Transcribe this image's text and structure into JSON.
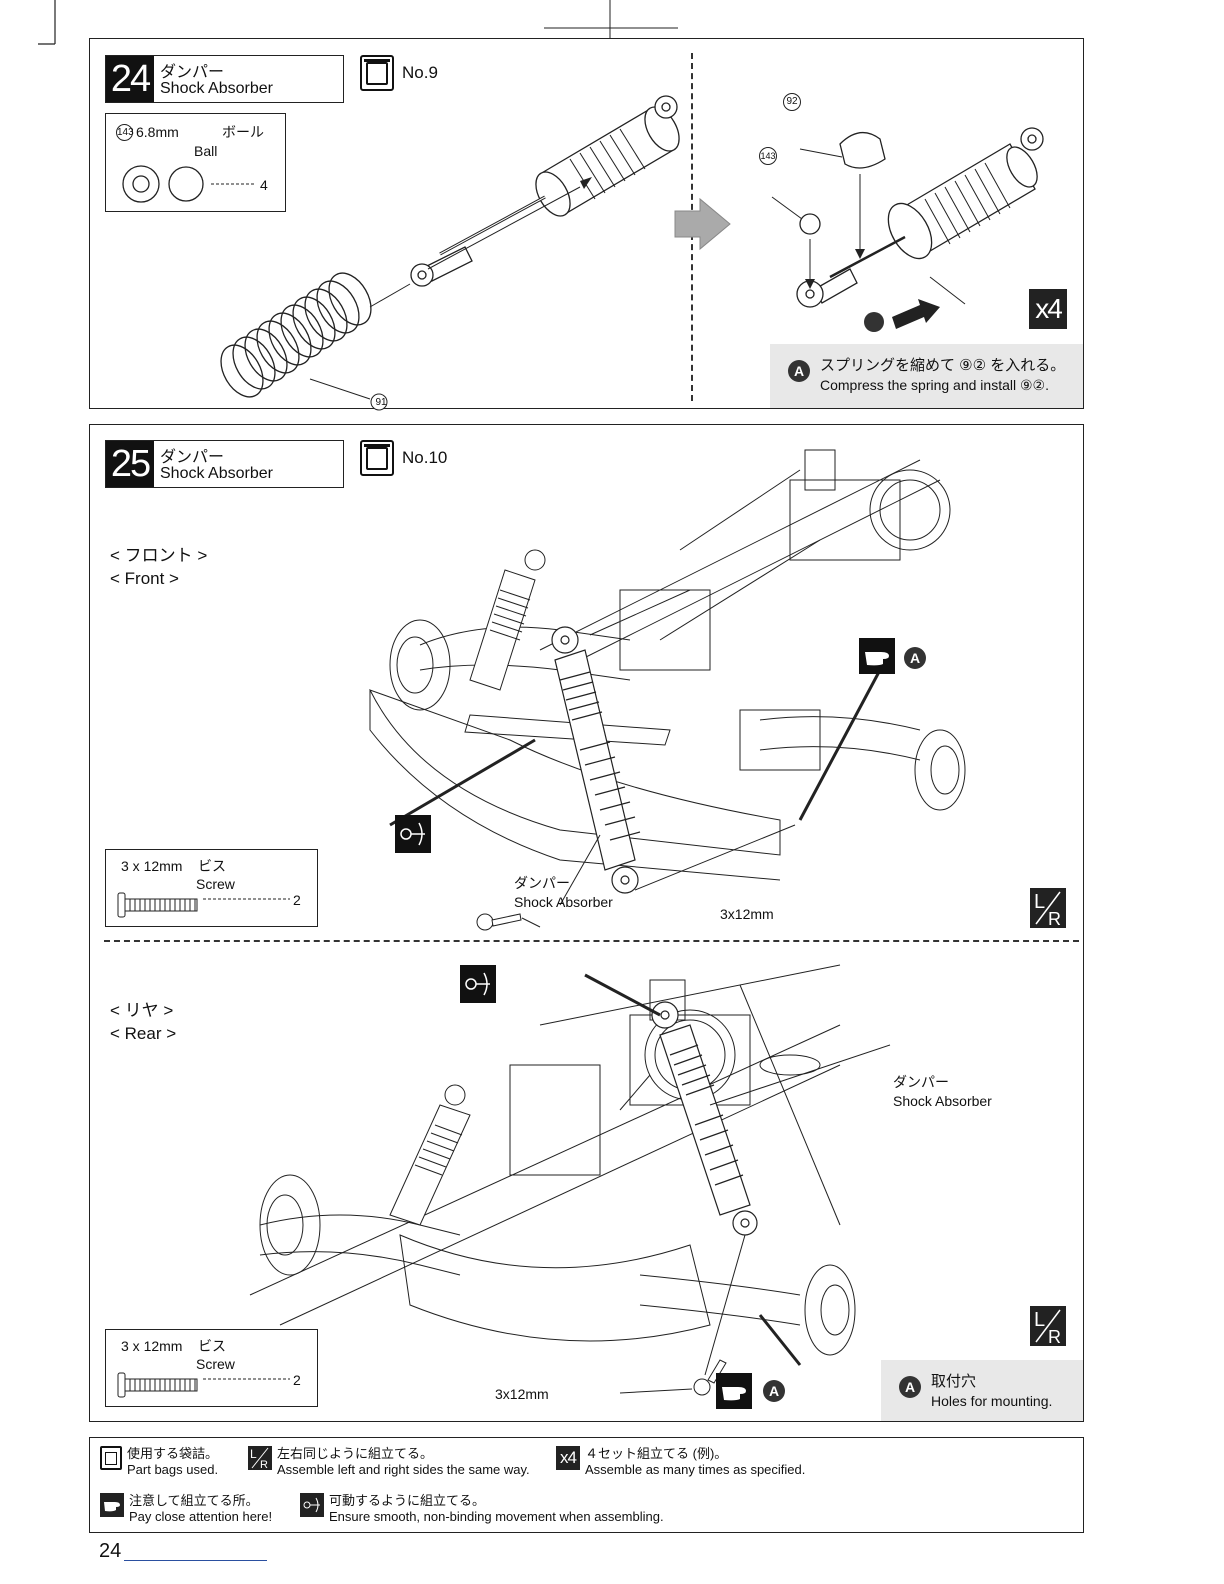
{
  "page_number": "24",
  "step24": {
    "number": "24",
    "title_jp": "ダンパー",
    "title_en": "Shock Absorber",
    "bag": "No.9",
    "parts": {
      "part_no": "143",
      "size": "6.8mm",
      "name_jp": "ボール",
      "name_en": "Ball",
      "qty": "4"
    },
    "callouts": {
      "spring": "91",
      "retainer": "92",
      "ball": "143"
    },
    "multiplier": "x4",
    "note": {
      "marker": "A",
      "text_jp": "スプリングを縮めて ⑨② を入れる。",
      "text_en": "Compress the spring and install ⑨②."
    }
  },
  "step25": {
    "number": "25",
    "title_jp": "ダンパー",
    "title_en": "Shock Absorber",
    "bag": "No.10",
    "front": {
      "label_jp": "< フロント >",
      "label_en": "< Front >",
      "parts": {
        "size": "3 x 12mm",
        "name_jp": "ビス",
        "name_en": "Screw",
        "qty": "2"
      },
      "shock_label_jp": "ダンパー",
      "shock_label_en": "Shock Absorber",
      "screw_label": "3x12mm",
      "marker": "A"
    },
    "rear": {
      "label_jp": "< リヤ >",
      "label_en": "< Rear >",
      "parts": {
        "size": "3 x 12mm",
        "name_jp": "ビス",
        "name_en": "Screw",
        "qty": "2"
      },
      "shock_label_jp": "ダンパー",
      "shock_label_en": "Shock Absorber",
      "screw_label": "3x12mm",
      "marker": "A"
    },
    "note": {
      "marker": "A",
      "text_jp": "取付穴",
      "text_en": "Holes for mounting."
    }
  },
  "legend": {
    "bag": {
      "jp": "使用する袋詰。",
      "en": "Part bags used."
    },
    "lr": {
      "jp": "左右同じように組立てる。",
      "en": "Assemble left and right sides the same way."
    },
    "x4": {
      "icon": "x4",
      "jp": "４セット組立てる (例)。",
      "en": "Assemble as many times as specified."
    },
    "attention": {
      "jp": "注意して組立てる所。",
      "en": "Pay close attention here!"
    },
    "smooth": {
      "jp": "可動するように組立てる。",
      "en": "Ensure smooth, non-binding movement when assembling."
    }
  }
}
